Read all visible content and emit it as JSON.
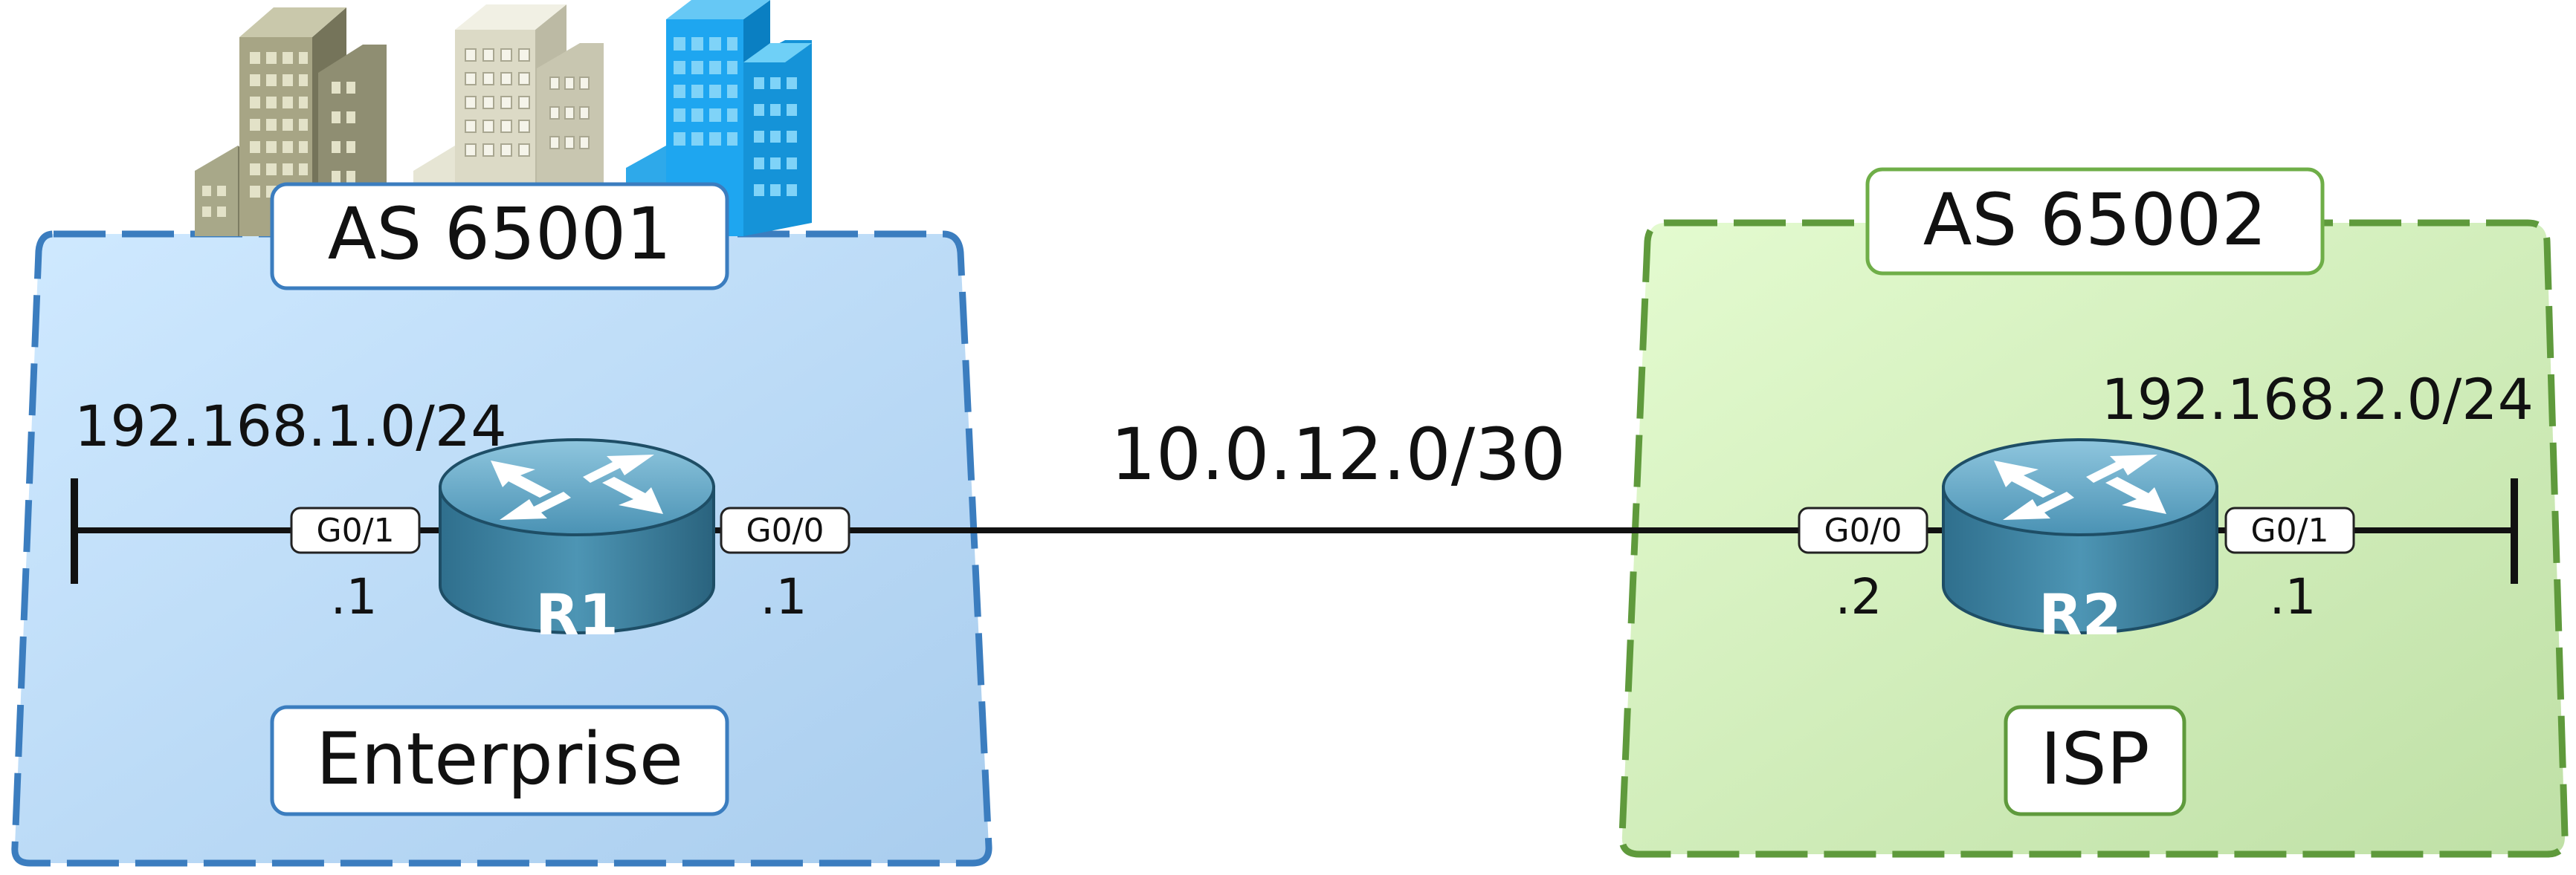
{
  "enterprise": {
    "as_label": "AS 65001",
    "zone_label": "Enterprise",
    "lan_network": "192.168.1.0/24",
    "router": {
      "name": "R1",
      "lan_interface": "G0/1",
      "lan_ip": ".1",
      "wan_interface": "G0/0",
      "wan_ip": ".1"
    },
    "color": "#3b7dbf"
  },
  "isp": {
    "as_label": "AS 65002",
    "zone_label": "ISP",
    "lan_network": "192.168.2.0/24",
    "router": {
      "name": "R2",
      "wan_interface": "G0/0",
      "wan_ip": ".2",
      "lan_interface": "G0/1",
      "lan_ip": ".1"
    },
    "color": "#5f9a3c"
  },
  "link": {
    "network": "10.0.12.0/30"
  },
  "icons": [
    "buildings-icon",
    "router-icon"
  ]
}
